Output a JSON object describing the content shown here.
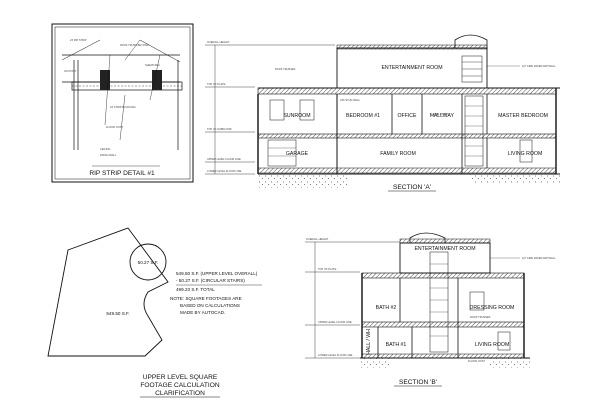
{
  "rip_strip": {
    "title": "RIP STRIP DETAIL #1",
    "callouts": [
      "2X RIP STRIP",
      "ROOF TRUSS BEYOND",
      "4X4 POST",
      "SHEATHING",
      "2X STRIP BLOCKING",
      "FLOOR JOIST",
      "CEILING",
      "FINISH WALL"
    ]
  },
  "section_a": {
    "title": "SECTION 'A'",
    "rooms": {
      "entertainment": "ENTERTAINMENT ROOM",
      "sunroom": "SUNROOM",
      "bedroom1": "BEDROOM #1",
      "office": "OFFICE",
      "hallway": "HALLWAY",
      "master": "MASTER BEDROOM",
      "garage": "GARAGE",
      "family": "FAMILY ROOM",
      "living": "LIVING ROOM"
    },
    "left_notes": [
      "OVERALL HEIGHT",
      "TOP OF PLATE",
      "TOP OF SUBFLOOR",
      "UPPER LEVEL FLOOR LINE",
      "LOWER LEVEL FLOOR LINE"
    ],
    "right_notes": [
      "1/2\" FIRE RATED DRYWALL",
      "ROOF TRUSSES",
      "2X6 STUD WALL",
      "FLOOR JOIST"
    ]
  },
  "footage": {
    "small_area": "50.27 S.F.",
    "large_area": "549.50 S.F.",
    "calc_lines": [
      "549.50 S.F. (UPPER LEVEL OVERALL)",
      "- 50.27 S.F. (CIRCULAR STAIRS)",
      "499.23 S.F. TOTAL"
    ],
    "note_lines": [
      "NOTE: SQUARE FOOTAGES ARE",
      "BASED ON CALCULATIONS",
      "MADE BY AUTOCAD."
    ],
    "title_lines": [
      "UPPER LEVEL SQUARE",
      "FOOTAGE CALCULATION",
      "CLARIFICATION"
    ]
  },
  "section_b": {
    "title": "SECTION 'B'",
    "rooms": {
      "entertainment": "ENTERTAINMENT ROOM",
      "bath2": "BATH #2",
      "dressing": "DRESSING ROOM",
      "bath1": "BATH #1",
      "living": "LIVING ROOM",
      "hall": "HALL / WH"
    },
    "left_notes": [
      "OVERALL HEIGHT",
      "TOP OF PLATE",
      "UPPER LEVEL FLOOR LINE",
      "LOWER LEVEL FLOOR LINE"
    ],
    "right_notes": [
      "1/2\" FIRE RATED DRYWALL",
      "ROOF TRUSSES",
      "FLOOR JOIST"
    ]
  }
}
